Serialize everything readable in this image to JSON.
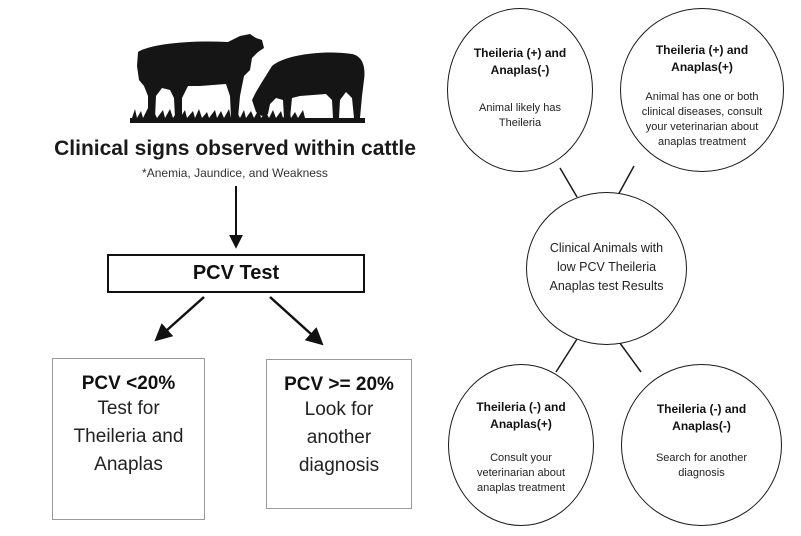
{
  "left": {
    "title": "Clinical signs observed within cattle",
    "subtitle": "*Anemia, Jaundice, and Weakness",
    "test_box": "PCV Test",
    "low_box": {
      "head": "PCV <20%",
      "lines": [
        "Test for",
        "Theileria and",
        "Anaplas"
      ]
    },
    "high_box": {
      "head": "PCV >= 20%",
      "lines": [
        "Look for",
        "another",
        "diagnosis"
      ]
    }
  },
  "right": {
    "center": [
      "Clinical Animals with",
      "low PCV Theileria",
      "Anaplas test Results"
    ],
    "top_left": {
      "head": [
        "Theileria (+) and",
        "Anaplas(-)"
      ],
      "body": [
        "Animal likely has",
        "Theileria"
      ]
    },
    "top_right": {
      "head": [
        "Theileria (+) and",
        "Anaplas(+)"
      ],
      "body": [
        "Animal has one or both",
        "clinical diseases, consult",
        "your veterinarian about",
        "anaplas treatment"
      ]
    },
    "bottom_left": {
      "head": [
        "Theileria (-) and",
        "Anaplas(+)"
      ],
      "body": [
        "Consult your",
        "veterinarian about",
        "anaplas treatment"
      ]
    },
    "bottom_right": {
      "head": [
        "Theileria (-) and",
        "Anaplas(-)"
      ],
      "body": [
        "Search for another",
        "diagnosis"
      ]
    }
  },
  "colors": {
    "silhouette": "#151515",
    "line": "#1a1a1a",
    "box_border": "#9a9a9a"
  },
  "icons": [
    "cattle-silhouette-icon"
  ]
}
